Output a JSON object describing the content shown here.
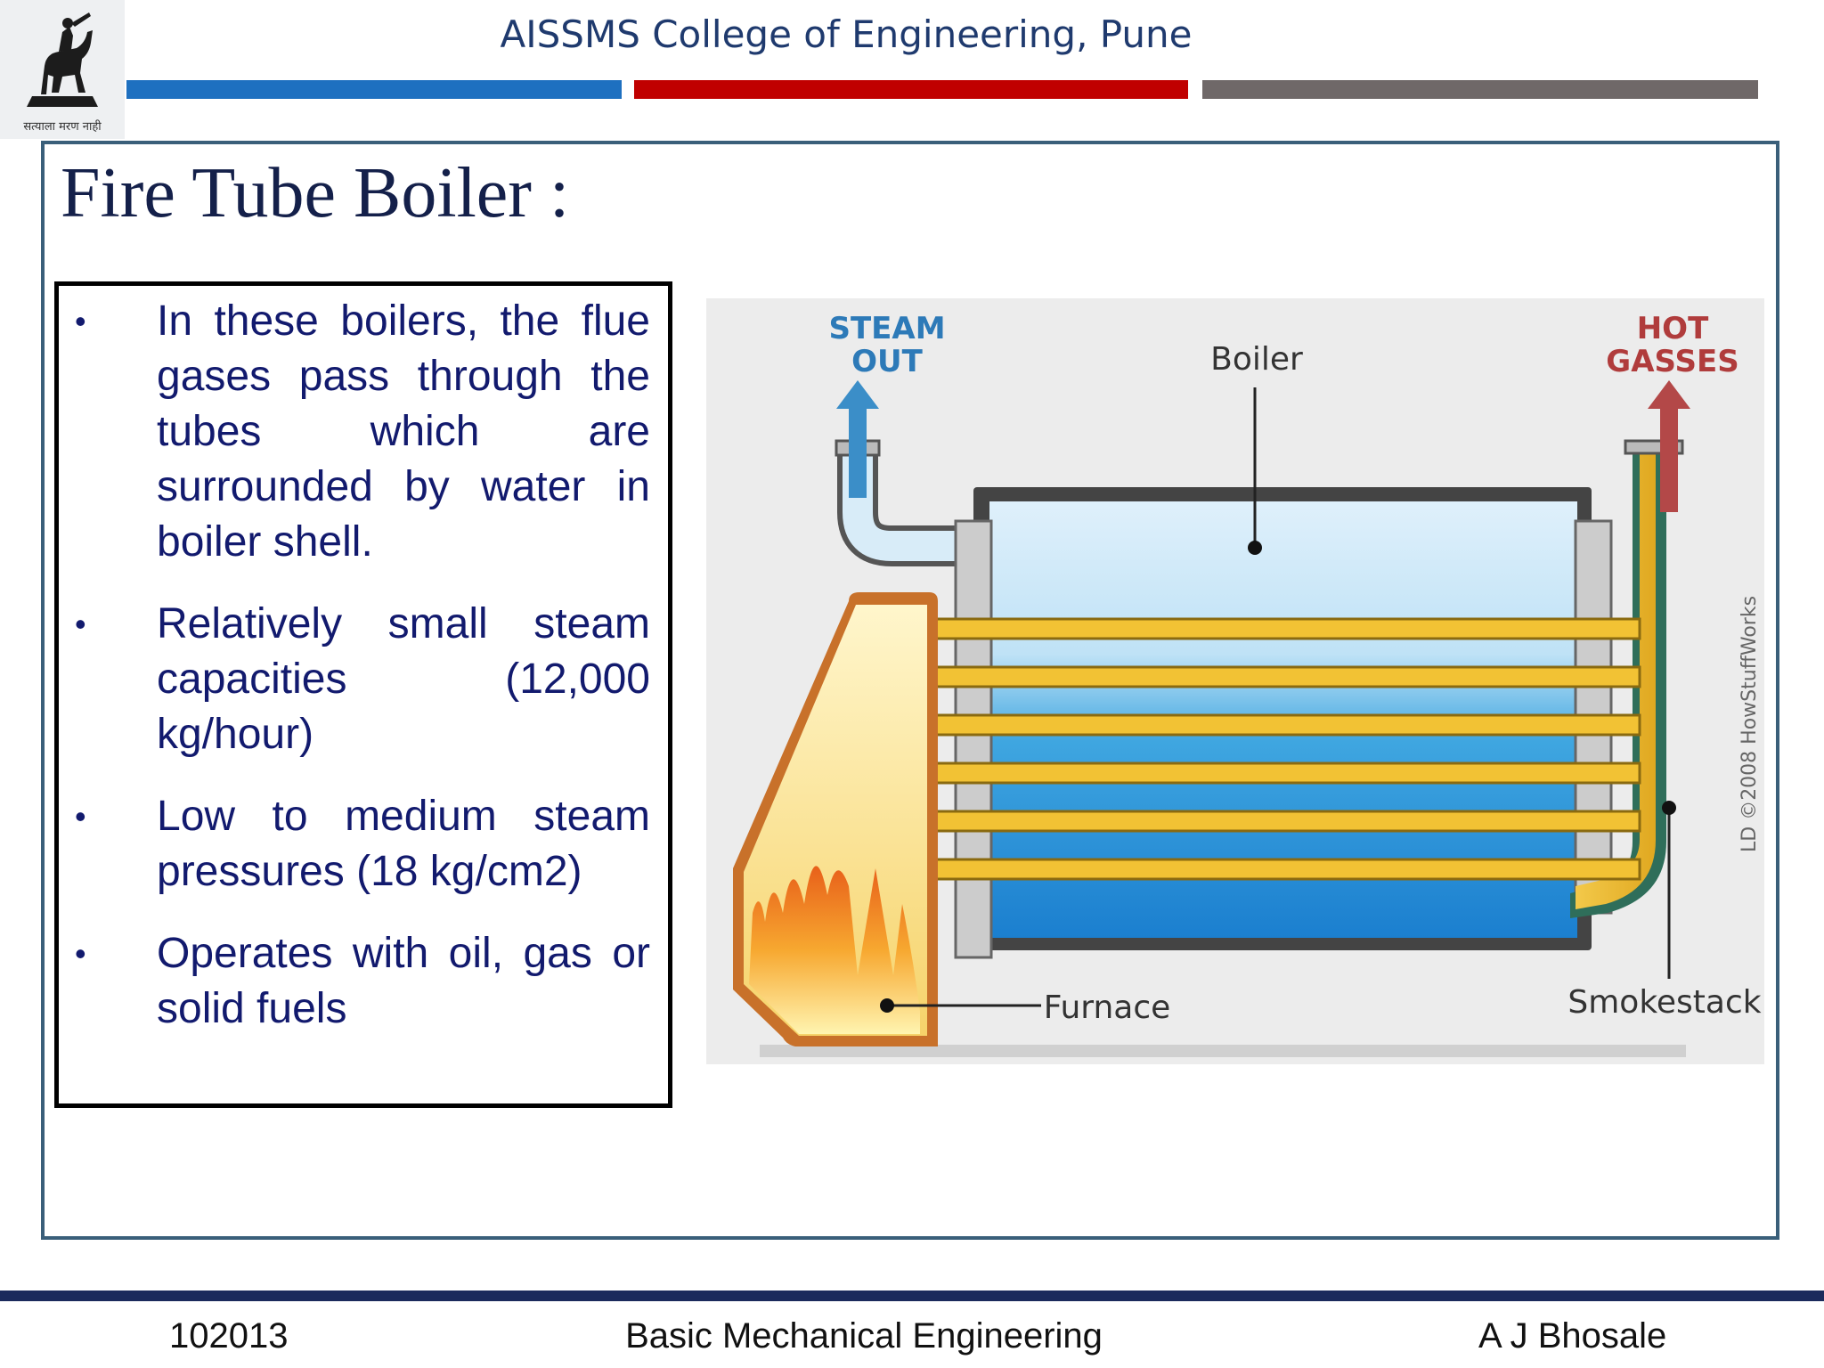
{
  "header": {
    "college_name": "AISSMS College of Engineering, Pune",
    "logo_motto": "सत्याला मरण नाही",
    "bar_colors": [
      "#1e70c0",
      "#c00000",
      "#6f6868"
    ]
  },
  "slide": {
    "title": "Fire Tube Boiler :",
    "bullets": [
      "In these boilers, the flue gases pass through the tubes which are surrounded by water in boiler shell.",
      "Relatively small steam capacities (12,000 kg/hour)",
      "Low to medium steam pressures (18 kg/cm2)",
      "Operates with oil, gas or solid fuels"
    ]
  },
  "diagram": {
    "steam_out_line1": "STEAM",
    "steam_out_line2": "OUT",
    "hot_gasses_line1": "HOT",
    "hot_gasses_line2": "GASSES",
    "boiler_label": "Boiler",
    "furnace_label": "Furnace",
    "smokestack_label": "Smokestack",
    "credit": "LD ©2008 HowStuffWorks"
  },
  "footer": {
    "code": "102013",
    "course": "Basic Mechanical Engineering",
    "author": "A J Bhosale"
  }
}
